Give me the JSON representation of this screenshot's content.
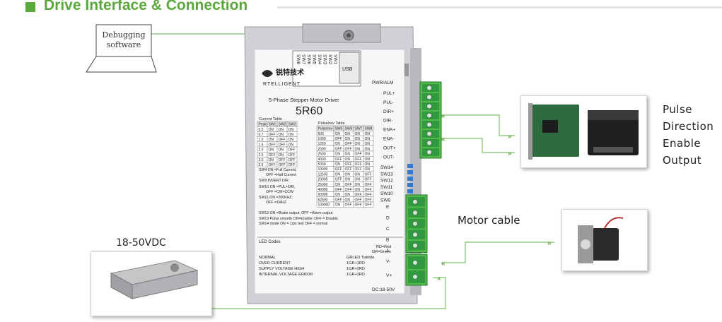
{
  "title": "Drive Interface & Connection",
  "debug": {
    "line1": "Debugging",
    "line2": "software"
  },
  "signals": [
    "Pulse",
    "Direction",
    "Enable",
    "Output"
  ],
  "motor_cable_label": "Motor cable",
  "power_label": "18-50VDC",
  "driver": {
    "brand_cn": "锐特技术",
    "brand_en": "RTELLIGENT",
    "subtitle": "5-Phase Stepper Motor Driver",
    "model": "5R60",
    "switch_labels": [
      "SW8",
      "SW7",
      "SW6",
      "SW5",
      "SW4",
      "SW3",
      "SW2",
      "SW1"
    ],
    "usb": "USB",
    "pwr_alm": "PWR/ALM",
    "terminals_top": [
      "PUL+",
      "PUL-",
      "DIR+",
      "DIR-",
      "ENA+",
      "ENA-",
      "OUT+",
      "OUT-"
    ],
    "sw_side": [
      "SW14",
      "SW13",
      "SW12",
      "SW11",
      "SW10",
      "SW9"
    ],
    "terminals_motor": [
      "E",
      "D",
      "C",
      "B",
      "A"
    ],
    "terminals_power": [
      "V-",
      "V+"
    ],
    "dc_label": "DC:18-50V",
    "current_table_title": "Current Table",
    "current_table_header": [
      "Peak",
      "SW1",
      "SW2",
      "SW3"
    ],
    "current_table_rows": [
      [
        "0.5",
        "ON",
        "ON",
        "ON"
      ],
      [
        "0.7",
        "OFF",
        "ON",
        "ON"
      ],
      [
        "1.0",
        "ON",
        "OFF",
        "ON"
      ],
      [
        "1.5",
        "OFF",
        "OFF",
        "ON"
      ],
      [
        "2.0",
        "ON",
        "ON",
        "OFF"
      ],
      [
        "2.5",
        "OFF",
        "ON",
        "OFF"
      ],
      [
        "3.0",
        "ON",
        "OFF",
        "OFF"
      ],
      [
        "3.5",
        "OFF",
        "OFF",
        "OFF"
      ]
    ],
    "pulse_table_title": "Pulse/rev Table",
    "pulse_table_header": [
      "Pulse/rev",
      "SW5",
      "SW6",
      "SW7",
      "SW8"
    ],
    "pulse_table_rows": [
      [
        "500",
        "ON",
        "ON",
        "ON",
        "ON"
      ],
      [
        "1000",
        "OFF",
        "ON",
        "ON",
        "ON"
      ],
      [
        "1250",
        "ON",
        "OFF",
        "ON",
        "ON"
      ],
      [
        "2000",
        "OFF",
        "OFF",
        "ON",
        "ON"
      ],
      [
        "2500",
        "ON",
        "ON",
        "OFF",
        "ON"
      ],
      [
        "4000",
        "OFF",
        "ON",
        "OFF",
        "ON"
      ],
      [
        "5000",
        "ON",
        "OFF",
        "OFF",
        "ON"
      ],
      [
        "10000",
        "OFF",
        "OFF",
        "OFF",
        "ON"
      ],
      [
        "12500",
        "ON",
        "ON",
        "ON",
        "OFF"
      ],
      [
        "20000",
        "OFF",
        "ON",
        "ON",
        "OFF"
      ],
      [
        "25000",
        "ON",
        "OFF",
        "ON",
        "OFF"
      ],
      [
        "40000",
        "OFF",
        "OFF",
        "ON",
        "OFF"
      ],
      [
        "50000",
        "ON",
        "ON",
        "OFF",
        "OFF"
      ],
      [
        "62500",
        "OFF",
        "ON",
        "OFF",
        "OFF"
      ],
      [
        "100000",
        "ON",
        "OFF",
        "OFF",
        "OFF"
      ]
    ],
    "notes": [
      "SW4  ON =Full Current,",
      "OFF =Half Current",
      "SW9  INVERT DIR",
      "SW10 ON =PUL+DIR,",
      "OFF =CW+CCW",
      "SW11 ON =200KHZ,",
      "OFF =1MHZ",
      "SW12 ON =Brake output;  OFF =Alarm output",
      "SW13 Pulse smooth ON=Enable;  OFF = Disable",
      "SW14 mode ON = 1rps test   OFF = normal"
    ],
    "led_title": "LED Codes",
    "led_key": [
      "RD=Red",
      "GR=Green"
    ],
    "led_rows": [
      [
        "NORMAL",
        "GRLED  Twinkle"
      ],
      [
        "OVER CURRENT",
        "1GR+1RD"
      ],
      [
        "SUPPLY VOLTAGE HIGH",
        "1GR+2RD"
      ],
      [
        "INTERNAL VOLTAGE ERROR",
        "1GR+3RD"
      ]
    ]
  },
  "colors": {
    "accent": "#5aa83b",
    "terminal": "#2f9a3e",
    "connector": "#55b848"
  }
}
